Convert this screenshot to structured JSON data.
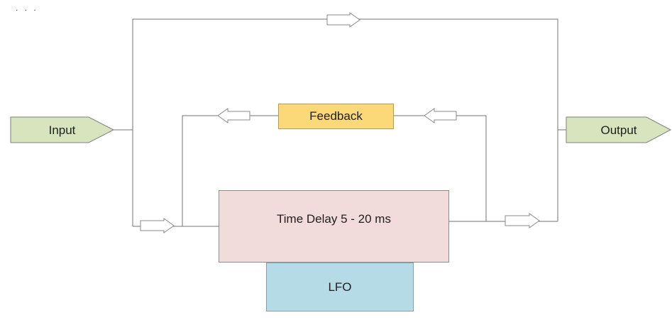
{
  "page": {
    "ellipsis_text": ". . ."
  },
  "diagram": {
    "type": "signal-flow-block-diagram",
    "wire_color": "#737373",
    "arrow_style": {
      "fill": "#ffffff",
      "stroke": "#8a8a8a"
    },
    "nodes": {
      "input": {
        "label": "Input",
        "fill": "#d7e4bd",
        "border": "#7f7f7f"
      },
      "output": {
        "label": "Output",
        "fill": "#d7e4bd",
        "border": "#7f7f7f"
      },
      "feedback": {
        "label": "Feedback",
        "fill": "#fbd878",
        "border": "#b49b5a"
      },
      "delay": {
        "label": "Time Delay 5 - 20 ms",
        "fill": "#f2dcdb",
        "border": "#8d8d8d"
      },
      "lfo": {
        "label": "LFO",
        "fill": "#b5dbe6",
        "border": "#85a0ab"
      }
    },
    "connections": [
      "Input -> dry path (top) -> Output",
      "Input -> Time Delay 5 - 20 ms",
      "Time Delay 5 - 20 ms -> Output",
      "Time Delay 5 - 20 ms -> Feedback -> Time Delay input",
      "LFO -> Time Delay 5 - 20 ms"
    ]
  }
}
